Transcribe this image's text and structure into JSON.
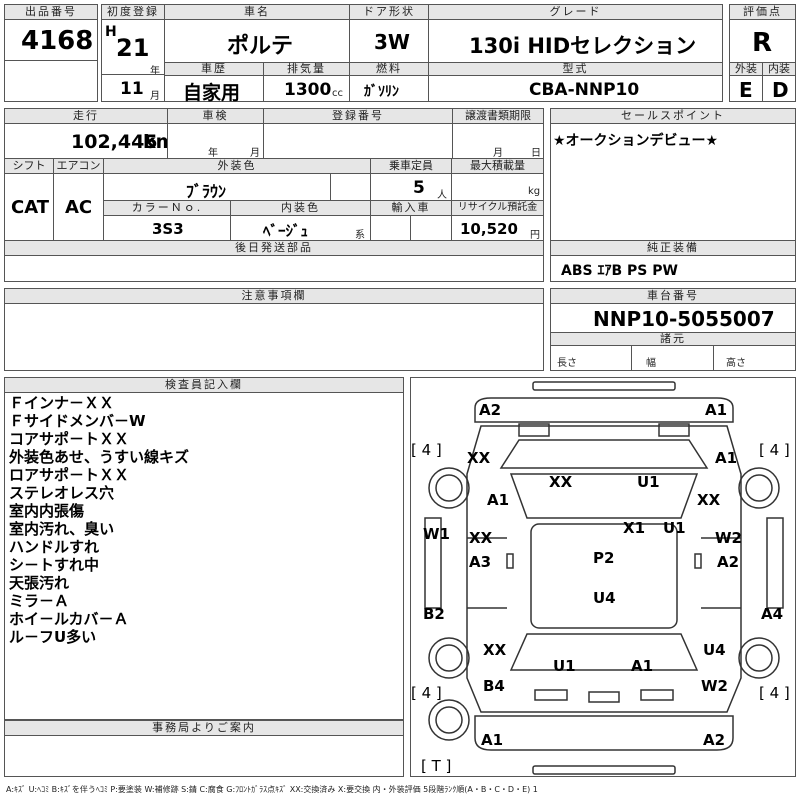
{
  "header": {
    "lot_no_label": "出品番号",
    "lot_no": "4168",
    "first_reg_label": "初度登録",
    "era": "H",
    "year": "21",
    "year_unit": "年",
    "month": "11",
    "month_unit": "月",
    "name_label": "車名",
    "name": "ポルテ",
    "door_label": "ドア形状",
    "door": "3W",
    "grade_label": "グレード",
    "grade": "130i HIDセレクション",
    "score_label": "評価点",
    "score": "R",
    "history_label": "車歴",
    "history": "自家用",
    "displacement_label": "排気量",
    "displacement": "1300",
    "displacement_unit": "cc",
    "fuel_label": "燃料",
    "fuel": "ｶﾞｿﾘﾝ",
    "model_label": "型式",
    "model": "CBA-NNP10",
    "ext_label": "外装",
    "ext": "E",
    "int_label": "内装",
    "int": "D"
  },
  "row2": {
    "mileage_label": "走行",
    "mileage": "102,445",
    "mileage_unit": "km",
    "inspection_label": "車検",
    "insp_year_unit": "年",
    "insp_month_unit": "月",
    "reg_no_label": "登録番号",
    "transfer_label": "譲渡書類期限",
    "transfer_month_unit": "月",
    "transfer_day_unit": "日",
    "shift_label": "シフト",
    "shift": "CAT",
    "ac_label": "エアコン",
    "ac": "AC",
    "color_label": "外装色",
    "color": "ﾌﾞﾗｳﾝ",
    "capacity_label": "乗車定員",
    "capacity": "5",
    "capacity_unit": "人",
    "load_label": "最大積載量",
    "load_unit": "kg",
    "color_no_label": "カラーＮｏ.",
    "color_no": "3S3",
    "int_color_label": "内装色",
    "int_color": "ﾍﾞｰｼﾞｭ",
    "int_color_unit": "系",
    "import_label": "輸入車",
    "recycle_label": "リサイクル預託金",
    "recycle": "10,520",
    "recycle_unit": "円",
    "later_label": "後日発送部品"
  },
  "sales": {
    "label": "セールスポイント",
    "text": "★オークションデビュー★"
  },
  "equipment": {
    "label": "純正装備",
    "text": "ABS ｴｱB PS PW"
  },
  "caution": {
    "label": "注意事項欄"
  },
  "chassis": {
    "label": "車台番号",
    "number": "NNP10-5055007",
    "spec_label": "諸元",
    "length_label": "長さ",
    "width_label": "幅",
    "height_label": "高さ"
  },
  "inspector": {
    "label": "検査員記入欄",
    "lines": [
      "Ｆインナ－ＸＸ",
      "Ｆサイドメンバ－W",
      "コアサポ－トＸＸ",
      "外装色あせ、うすい線キズ",
      "ロアサポ－トＸＸ",
      "ステレオレス穴",
      "室内内張傷",
      "室内汚れ、臭い",
      "ハンドルすれ",
      "シ－トすれ中",
      "天張汚れ",
      "ミラ－Ａ",
      "ホイ－ルカバ－Ａ",
      "ル－フU多い"
    ]
  },
  "office": {
    "label": "事務局よりご案内"
  },
  "diagram": {
    "marks": [
      "A2",
      "A1",
      "XX",
      "A1",
      "XX",
      "U1",
      "A1",
      "XX",
      "X1",
      "U1",
      "W1",
      "XX",
      "W2",
      "A3",
      "P2",
      "A2",
      "U4",
      "B2",
      "A4",
      "XX",
      "U4",
      "U1",
      "A1",
      "B4",
      "W2",
      "A1",
      "A2"
    ],
    "brackets": [
      "[ 4 ]",
      "[ 4 ]",
      "[ 4 ]",
      "[ 4 ]",
      "[ T ]"
    ]
  },
  "legend": "A:ｷｽﾞ U:ﾍｺﾐ B:ｷｽﾞを伴うﾍｺﾐ P:要塗装 W:補修跡 S:錆 C:腐食 G:ﾌﾛﾝﾄｶﾞﾗｽ点ｷｽﾞ XX:交換済み X:要交換  内・外装評価 5段階ﾗﾝｸ順(A・B・C・D・E) 1"
}
